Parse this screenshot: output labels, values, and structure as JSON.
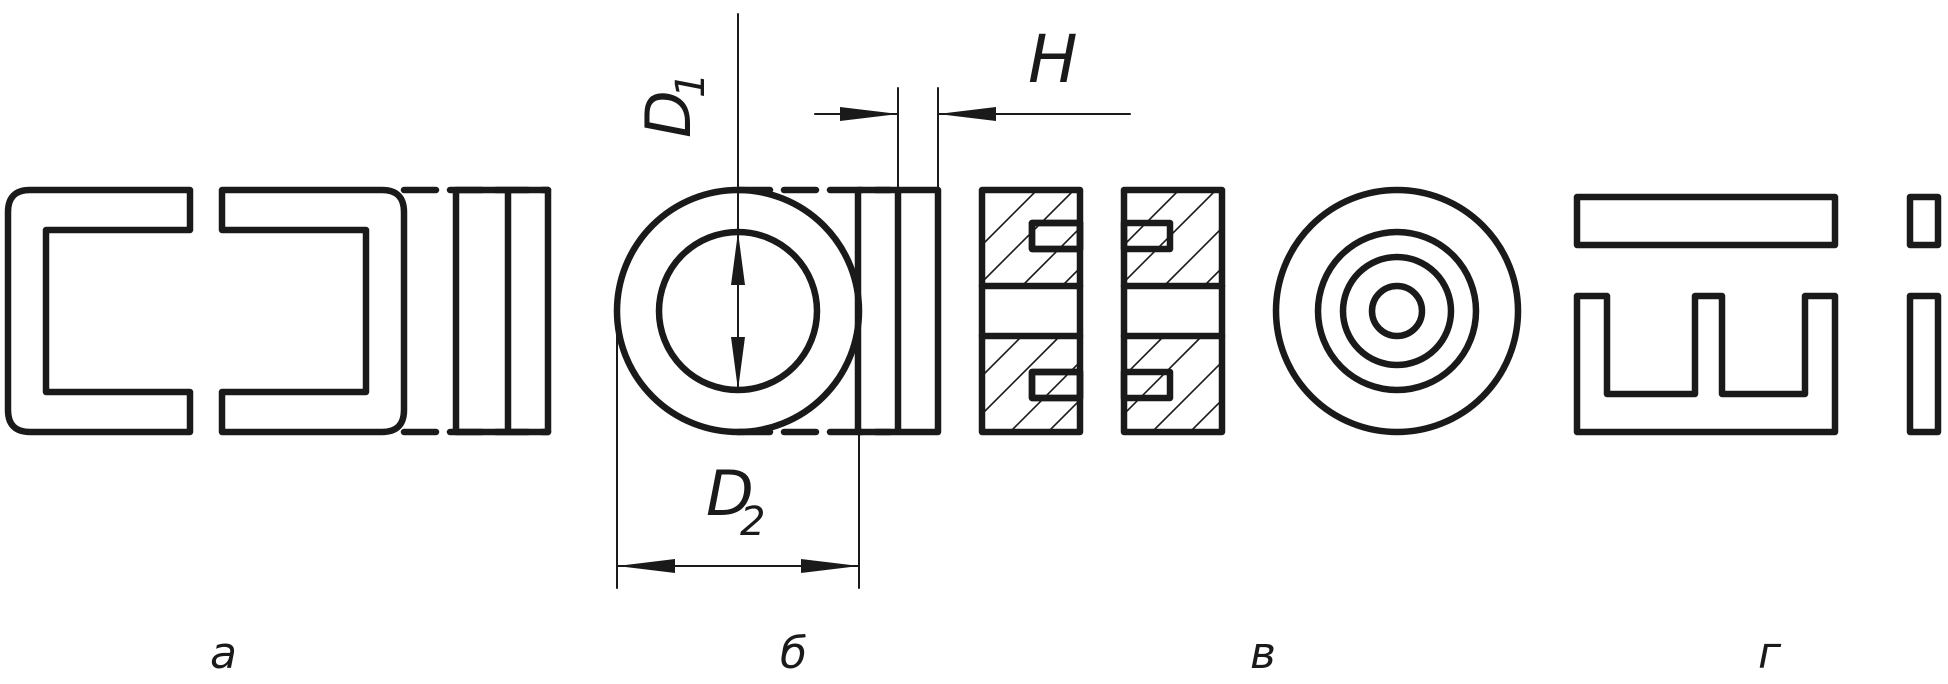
{
  "dimensions": {
    "inner_diameter": {
      "symbol": "D",
      "subscript": "1"
    },
    "outer_diameter": {
      "symbol": "D",
      "subscript": "2"
    },
    "height": {
      "symbol": "H"
    }
  },
  "captions": {
    "a": "а",
    "b": "б",
    "v": "в",
    "g": "г"
  }
}
